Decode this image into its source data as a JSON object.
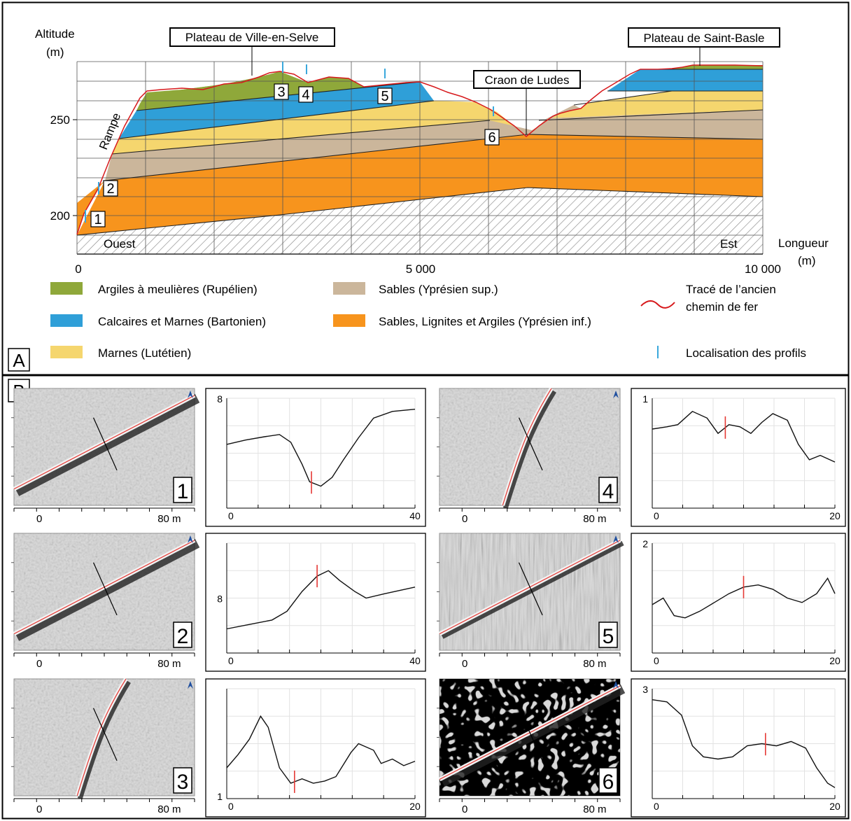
{
  "panel_a": {
    "label": "A",
    "y_axis_title": "Altitude",
    "y_axis_unit": "(m)",
    "y_ticks": [
      "250",
      "200"
    ],
    "x_ticks": [
      "0",
      "5 000",
      "10 000"
    ],
    "x_axis_title": "Longueur",
    "x_axis_unit": "(m)",
    "places": {
      "ville_en_selve": "Plateau de Ville-en-Selve",
      "saint_basle": "Plateau de Saint-Basle",
      "craon_de_ludes": "Craon de Ludes"
    },
    "rampe": "Rampe",
    "ouest": "Ouest",
    "est": "Est",
    "profile_numbers": [
      "1",
      "2",
      "3",
      "4",
      "5",
      "6"
    ],
    "legend": {
      "argiles": "Argiles à meulières (Rupélien)",
      "calcaires": "Calcaires et Marnes (Bartonien)",
      "marnes": "Marnes (Lutétien)",
      "sables_sup": "Sables (Yprésien sup.)",
      "sables_inf": "Sables, Lignites et Argiles (Yprésien inf.)",
      "trace_line1": "Tracé de l’ancien",
      "trace_line2": "chemin de fer",
      "localisation": "Localisation des profils"
    },
    "colors": {
      "argiles": "#8fa83a",
      "calcaires": "#2f9fd8",
      "marnes": "#f5d66e",
      "sables_sup": "#cbb69b",
      "sables_inf": "#f7941d",
      "trace": "#d7191c",
      "marker": "#3aa8dc"
    }
  },
  "panel_b": {
    "label": "B",
    "rows": [
      {
        "map_left": {
          "number": "1",
          "scale_start": "0",
          "scale_end": "80 m"
        },
        "profile_left": {
          "y_top": "8",
          "y_mid": "",
          "y_bottom": "",
          "x_start": "0",
          "x_end": "40"
        },
        "map_right": {
          "number": "4",
          "scale_start": "0",
          "scale_end": "80 m"
        },
        "profile_right": {
          "y_top": "1",
          "y_mid": "",
          "y_bottom": "",
          "x_start": "0",
          "x_end": "20"
        }
      },
      {
        "map_left": {
          "number": "2",
          "scale_start": "0",
          "scale_end": "80 m"
        },
        "profile_left": {
          "y_top": "",
          "y_mid": "8",
          "y_bottom": "",
          "x_start": "0",
          "x_end": "40"
        },
        "map_right": {
          "number": "5",
          "scale_start": "0",
          "scale_end": "80 m"
        },
        "profile_right": {
          "y_top": "2",
          "y_mid": "",
          "y_bottom": "",
          "x_start": "0",
          "x_end": "20"
        }
      },
      {
        "map_left": {
          "number": "3",
          "scale_start": "0",
          "scale_end": "80 m"
        },
        "profile_left": {
          "y_top": "",
          "y_mid": "",
          "y_bottom": "1",
          "x_start": "0",
          "x_end": "20"
        },
        "map_right": {
          "number": "6",
          "scale_start": "0",
          "scale_end": "80 m"
        },
        "profile_right": {
          "y_top": "3",
          "y_mid": "",
          "y_bottom": "",
          "x_start": "0",
          "x_end": "20"
        }
      }
    ]
  }
}
